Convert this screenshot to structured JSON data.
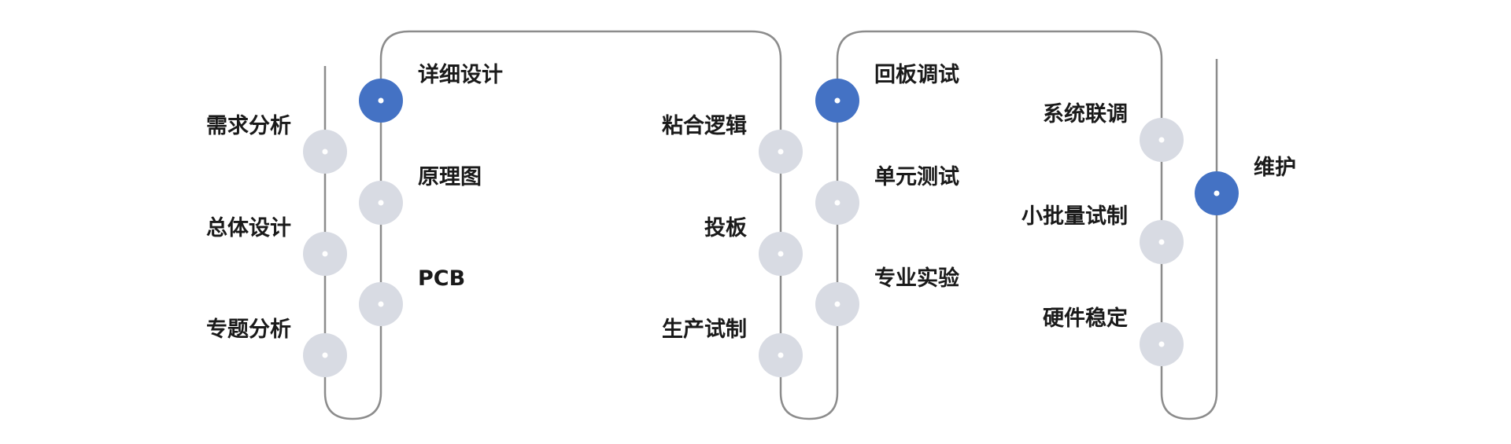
{
  "colors": {
    "track": "#8c8c8c",
    "node_default": "#d8dbe3",
    "node_highlight": "#4472c4",
    "dot": "#ffffff",
    "text": "#1a1a1a"
  },
  "stages": [
    {
      "steps": [
        {
          "label": "需求分析",
          "highlighted": false
        },
        {
          "label": "总体设计",
          "highlighted": false
        },
        {
          "label": "专题分析",
          "highlighted": false
        }
      ]
    },
    {
      "steps": [
        {
          "label": "详细设计",
          "highlighted": true
        },
        {
          "label": "原理图",
          "highlighted": false
        },
        {
          "label": "PCB",
          "highlighted": false
        }
      ]
    },
    {
      "steps": [
        {
          "label": "粘合逻辑",
          "highlighted": false
        },
        {
          "label": "投板",
          "highlighted": false
        },
        {
          "label": "生产试制",
          "highlighted": false
        }
      ]
    },
    {
      "steps": [
        {
          "label": "回板调试",
          "highlighted": true
        },
        {
          "label": "单元测试",
          "highlighted": false
        },
        {
          "label": "专业实验",
          "highlighted": false
        }
      ]
    },
    {
      "steps": [
        {
          "label": "系统联调",
          "highlighted": false
        },
        {
          "label": "小批量试制",
          "highlighted": false
        },
        {
          "label": "硬件稳定",
          "highlighted": false
        }
      ]
    },
    {
      "steps": [
        {
          "label": "维护",
          "highlighted": true
        }
      ]
    }
  ]
}
